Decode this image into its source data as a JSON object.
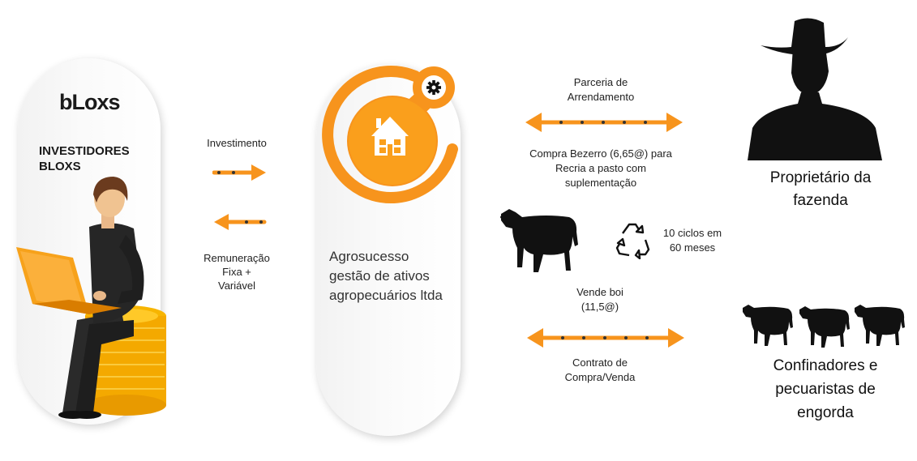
{
  "investor": {
    "logo": "bLoxs",
    "title_line1": "INVESTIDORES",
    "title_line2": "BLOXS"
  },
  "flows": {
    "investimento": "Investimento",
    "remuneracao_line1": "Remuneração",
    "remuneracao_line2": "Fixa +",
    "remuneracao_line3": "Variável",
    "parceria_line1": "Parceria de",
    "parceria_line2": "Arrendamento",
    "compra_line1": "Compra  Bezerro (6,65@) para",
    "compra_line2": "Recria a pasto com",
    "compra_line3": "suplementação",
    "ciclos_line1": "10 ciclos em",
    "ciclos_line2": "60 meses",
    "vende_line1": "Vende boi",
    "vende_line2": "(11,5@)",
    "contrato_line1": "Contrato de",
    "contrato_line2": "Compra/Venda"
  },
  "company": {
    "line1": "Agrosucesso",
    "line2": "gestão de ativos",
    "line3": "agropecuários ltda"
  },
  "owner": {
    "line1": "Proprietário da",
    "line2": "fazenda"
  },
  "feedlot": {
    "line1": "Confinadores e",
    "line2": "pecuaristas de",
    "line3": "engorda"
  },
  "colors": {
    "orange": "#f7941d",
    "orange_dark": "#ef7d00",
    "silhouette": "#111111"
  }
}
